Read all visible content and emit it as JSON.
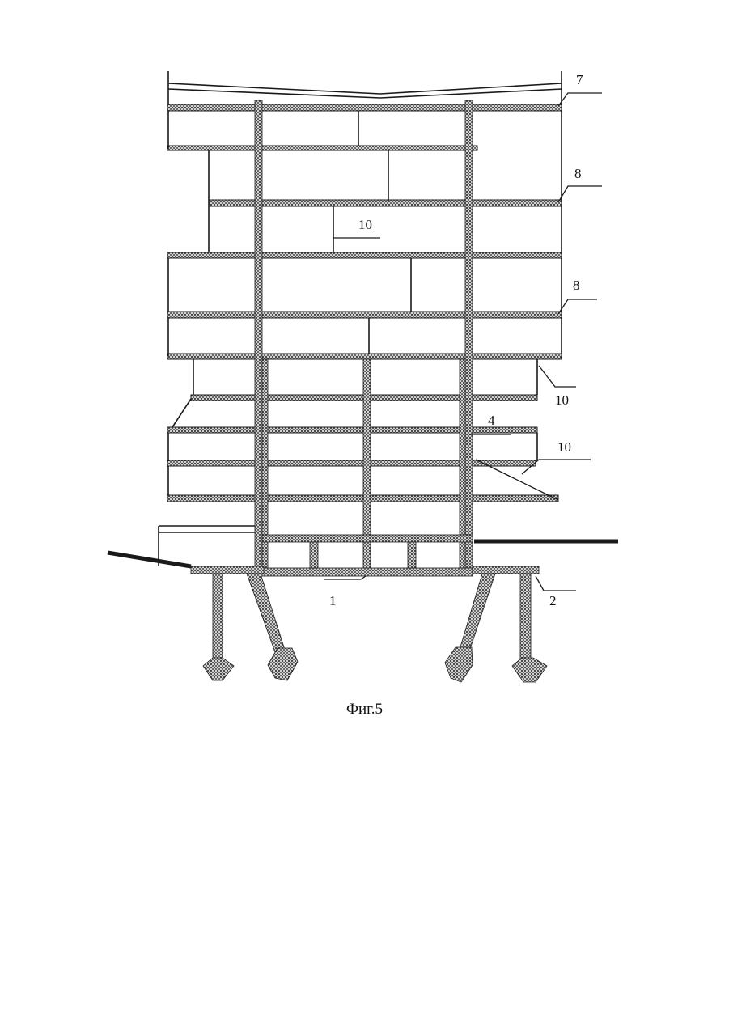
{
  "figure": {
    "caption": "Фиг.5",
    "callouts": [
      {
        "id": "c7",
        "text": "7"
      },
      {
        "id": "c8a",
        "text": "8"
      },
      {
        "id": "c8b",
        "text": "8"
      },
      {
        "id": "c10in",
        "text": "10"
      },
      {
        "id": "c10a",
        "text": "10"
      },
      {
        "id": "c10b",
        "text": "10"
      },
      {
        "id": "c4",
        "text": "4"
      },
      {
        "id": "c1",
        "text": "1"
      },
      {
        "id": "c2",
        "text": "2"
      }
    ]
  },
  "colors": {
    "ink": "#1a1a1a",
    "hatch": "#9a9a9a",
    "paper": "#ffffff"
  }
}
